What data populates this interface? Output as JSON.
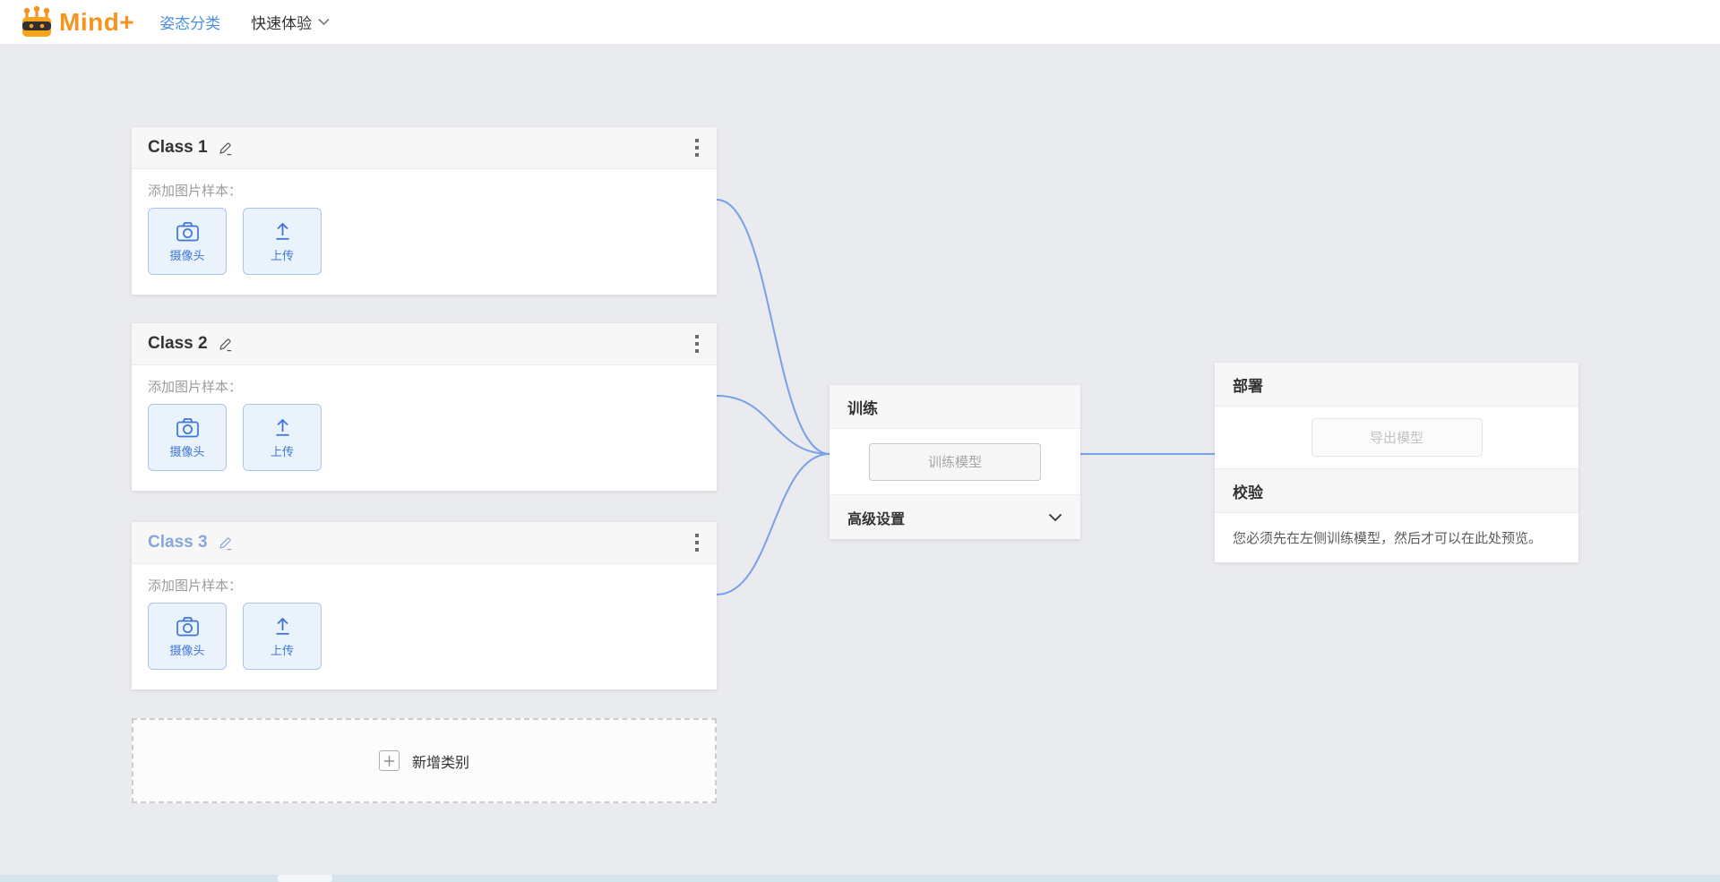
{
  "header": {
    "logo_text": "Mind+",
    "project_name": "姿态分类",
    "menu_label": "快速体验"
  },
  "class_card": {
    "sample_label": "添加图片样本：",
    "camera_label": "摄像头",
    "upload_label": "上传"
  },
  "classes": [
    {
      "name": "Class 1"
    },
    {
      "name": "Class 2"
    },
    {
      "name": "Class 3"
    }
  ],
  "add_class": {
    "label": "新增类别"
  },
  "training": {
    "title": "训练",
    "train_button_label": "训练模型",
    "advanced_label": "高级设置"
  },
  "deploy": {
    "title": "部署",
    "export_button_label": "导出模型",
    "validation_title": "校验",
    "validation_message": "您必须先在左侧训练模型，然后才可以在此处预览。"
  },
  "colors": {
    "brand_orange": "#f7941e",
    "accent_blue": "#4d8fe0",
    "button_blue": "#3e76d6",
    "connector_blue": "#78a1e8",
    "class3_title_blue": "#88a6da"
  }
}
